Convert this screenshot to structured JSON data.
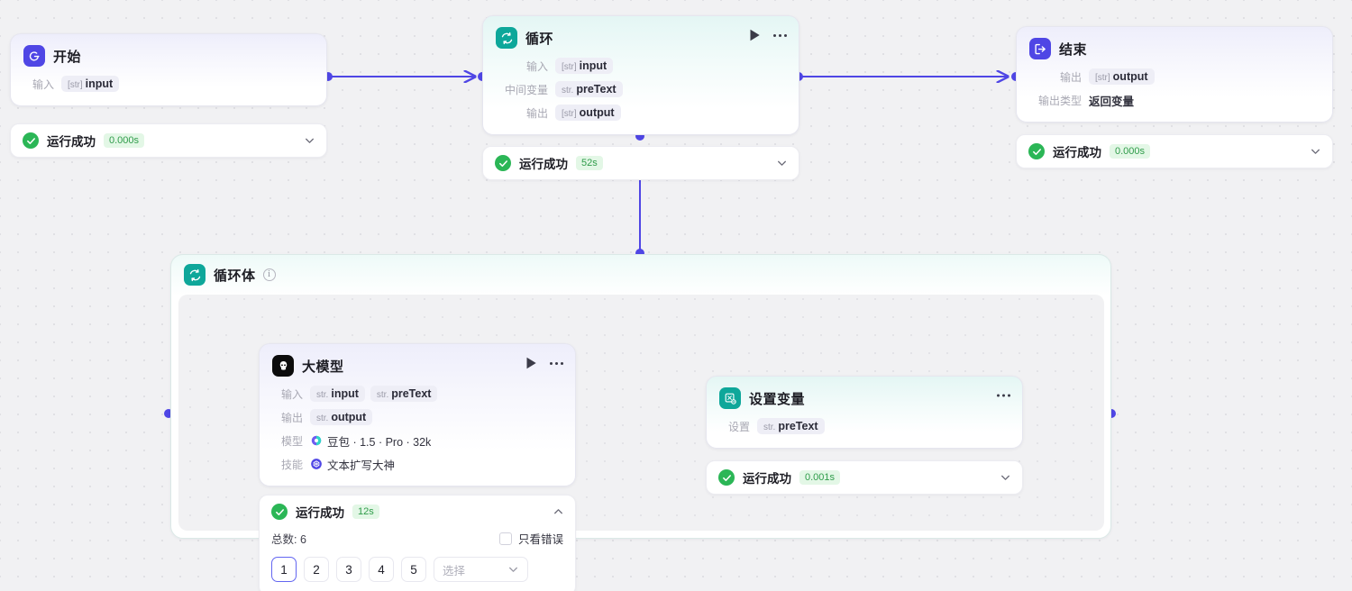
{
  "theme": {
    "accent": "#4f46e5",
    "teal": "#0ea79a",
    "success": "#2bb656",
    "canvas_bg": "#f1f1f3"
  },
  "nodes": {
    "start": {
      "title": "开始",
      "icon": "start-icon",
      "rows": [
        {
          "label": "输入",
          "chips": [
            {
              "type": "[str]",
              "name": "input"
            }
          ]
        }
      ],
      "status": {
        "text": "运行成功",
        "time": "0.000s"
      }
    },
    "loop": {
      "title": "循环",
      "icon": "loop-icon",
      "rows": [
        {
          "label": "输入",
          "chips": [
            {
              "type": "[str]",
              "name": "input"
            }
          ]
        },
        {
          "label": "中间变量",
          "chips": [
            {
              "type": "str.",
              "name": "preText"
            }
          ]
        },
        {
          "label": "输出",
          "chips": [
            {
              "type": "[str]",
              "name": "output"
            }
          ]
        }
      ],
      "status": {
        "text": "运行成功",
        "time": "52s"
      }
    },
    "end": {
      "title": "结束",
      "icon": "end-icon",
      "rows": [
        {
          "label": "输出",
          "chips": [
            {
              "type": "[str]",
              "name": "output"
            }
          ]
        },
        {
          "label": "输出类型",
          "value": "返回变量"
        }
      ],
      "status": {
        "text": "运行成功",
        "time": "0.000s"
      }
    },
    "llm": {
      "title": "大模型",
      "icon": "llm-icon",
      "rows": [
        {
          "label": "输入",
          "chips": [
            {
              "type": "str.",
              "name": "input"
            },
            {
              "type": "str.",
              "name": "preText"
            }
          ]
        },
        {
          "label": "输出",
          "chips": [
            {
              "type": "str.",
              "name": "output"
            }
          ]
        },
        {
          "label": "模型",
          "icon": "doubao-icon",
          "value": "豆包 · 1.5 · Pro · 32k"
        },
        {
          "label": "技能",
          "icon": "skill-icon",
          "value": "文本扩写大神"
        }
      ],
      "status": {
        "text": "运行成功",
        "time": "12s"
      },
      "detail": {
        "total_label": "总数: 6",
        "only_errors_label": "只看错误",
        "only_errors_checked": false,
        "pages": [
          "1",
          "2",
          "3",
          "4",
          "5"
        ],
        "active_page": "1",
        "select_placeholder": "选择"
      }
    },
    "setvar": {
      "title": "设置变量",
      "icon": "setvar-icon",
      "rows": [
        {
          "label": "设置",
          "chips": [
            {
              "type": "str.",
              "name": "preText"
            }
          ]
        }
      ],
      "status": {
        "text": "运行成功",
        "time": "0.001s"
      }
    }
  },
  "loop_body": {
    "title": "循环体",
    "icon": "loop-icon",
    "info_glyph": "i"
  }
}
